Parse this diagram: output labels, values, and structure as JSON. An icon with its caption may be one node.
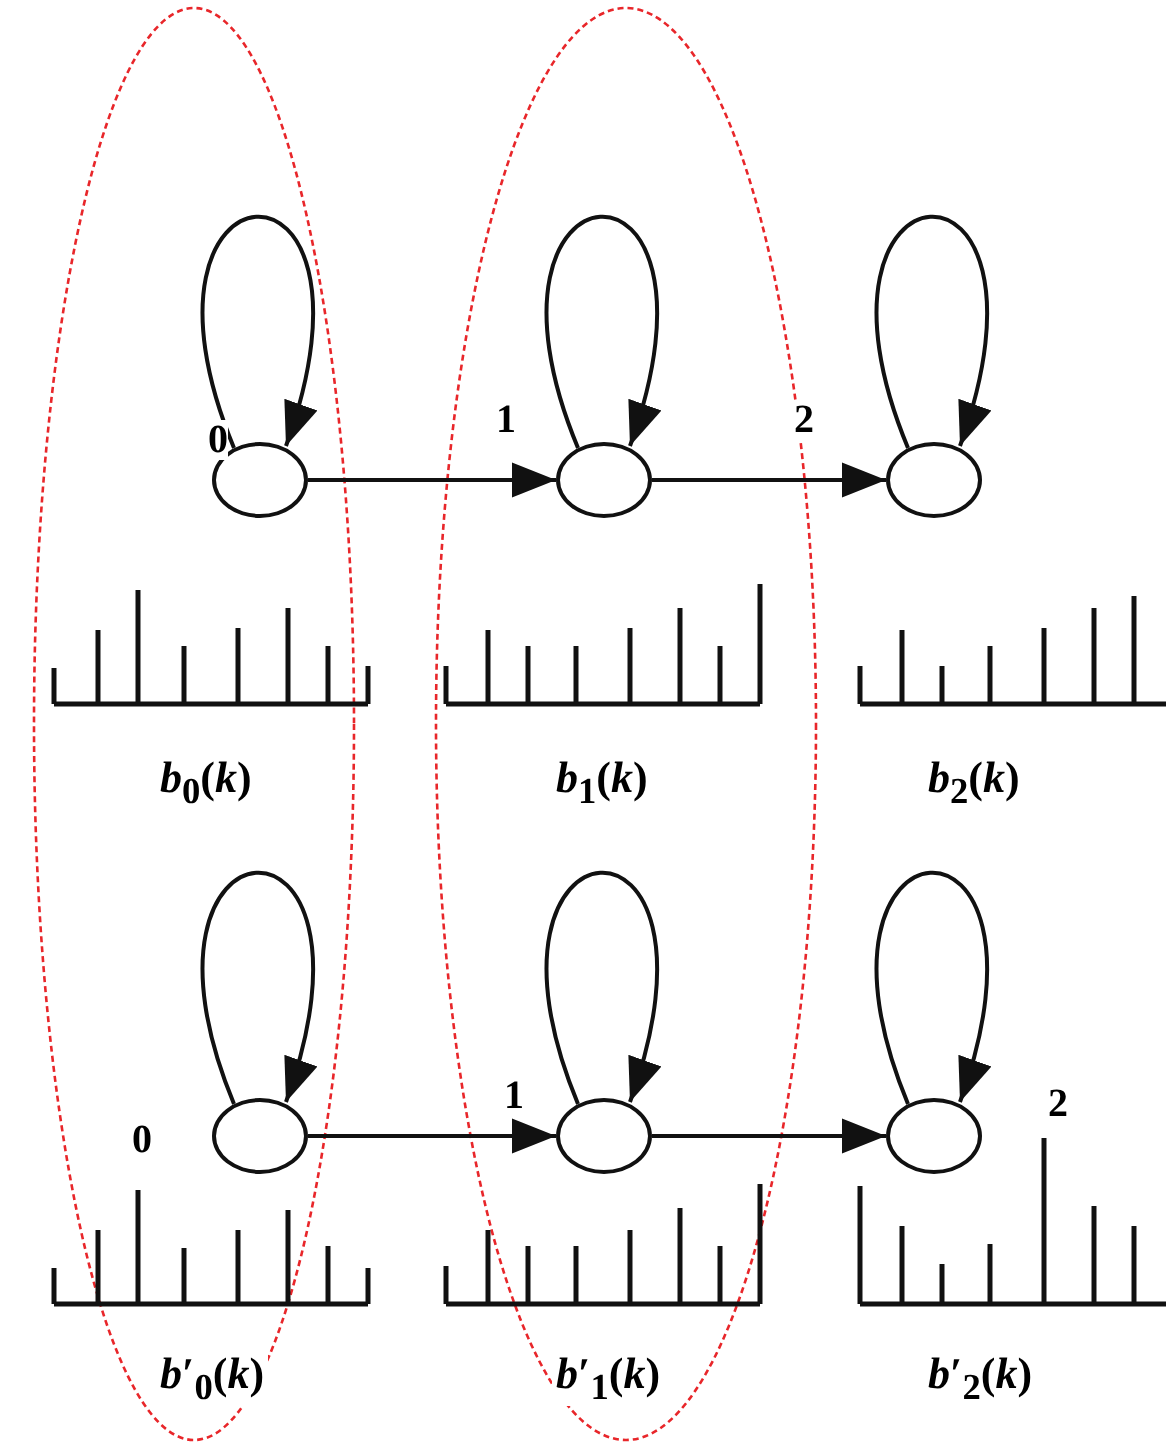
{
  "diagram": {
    "nodes": [
      {
        "text": [],
        "shape": "circle",
        "beside": [
          "0"
        ]
      },
      {
        "text": [],
        "shape": "circle",
        "beside": [
          "1"
        ]
      },
      {
        "text": [],
        "shape": "circle",
        "beside": [
          "2"
        ]
      },
      {
        "text": [],
        "shape": "circle",
        "beside": [
          "0"
        ]
      },
      {
        "text": [],
        "shape": "circle",
        "beside": [
          "1"
        ]
      },
      {
        "text": [],
        "shape": "circle",
        "beside": [
          "2"
        ]
      }
    ],
    "edges": [
      {
        "from": 0,
        "to": 0,
        "arrow": "to"
      },
      {
        "from": 1,
        "to": 1,
        "arrow": "to"
      },
      {
        "from": 2,
        "to": 2,
        "arrow": "to"
      },
      {
        "from": 0,
        "to": 1,
        "arrow": "to"
      },
      {
        "from": 1,
        "to": 2,
        "arrow": "to"
      },
      {
        "from": 3,
        "to": 3,
        "arrow": "to"
      },
      {
        "from": 4,
        "to": 4,
        "arrow": "to"
      },
      {
        "from": 5,
        "to": 5,
        "arrow": "to"
      },
      {
        "from": 3,
        "to": 4,
        "arrow": "to"
      },
      {
        "from": 4,
        "to": 5,
        "arrow": "to"
      }
    ],
    "labels": [
      "*b*$_{0}$(*k*)",
      "*b*$_{1}$(*k*)",
      "*b*$_{2}$(*k*)",
      "*b*′$_{0}$(*k*)",
      "*b*′$_{1}$(*k*)",
      "*b*′$_{2}$(*k*)"
    ]
  }
}
